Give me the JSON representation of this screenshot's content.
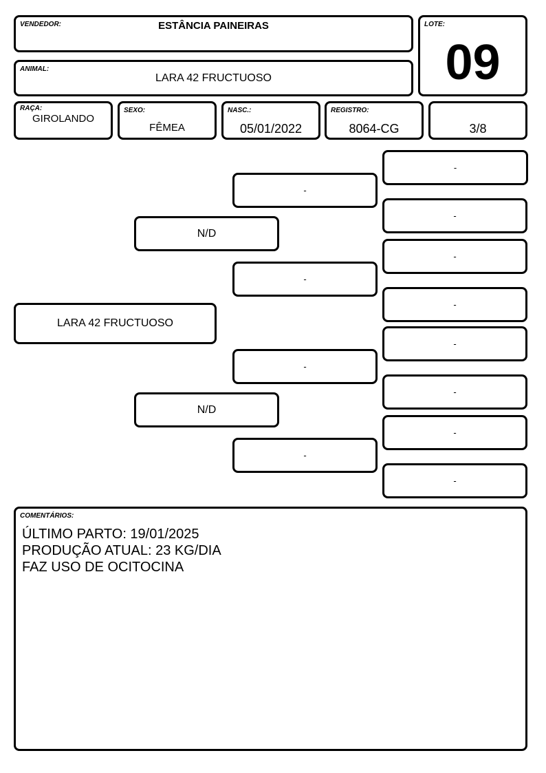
{
  "header": {
    "vendor_label": "VENDEDOR:",
    "vendor_value": "ESTÂNCIA PAINEIRAS",
    "animal_label": "ANIMAL:",
    "animal_value": "LARA 42 FRUCTUOSO",
    "lot_label": "LOTE:",
    "lot_value": "09"
  },
  "details": {
    "breed_label": "RAÇA:",
    "breed_value": "GIROLANDO",
    "sex_label": "SEXO:",
    "sex_value": "FÊMEA",
    "birth_label": "NASC.:",
    "birth_value": "05/01/2022",
    "registry_label": "REGISTRO:",
    "registry_value": "8064-CG",
    "fraction_value": "3/8"
  },
  "pedigree": {
    "animal": "LARA 42 FRUCTUOSO",
    "sire": "N/D",
    "dam": "N/D",
    "sire_sire": "-",
    "sire_dam": "-",
    "dam_sire": "-",
    "dam_dam": "-",
    "gen3": [
      "-",
      "-",
      "-",
      "-",
      "-",
      "-",
      "-",
      "-"
    ]
  },
  "comments": {
    "label": "COMENTÁRIOS:",
    "lines": [
      "ÚLTIMO PARTO: 19/01/2025",
      "PRODUÇÃO ATUAL: 23 KG/DIA",
      "FAZ USO DE OCITOCINA"
    ]
  }
}
